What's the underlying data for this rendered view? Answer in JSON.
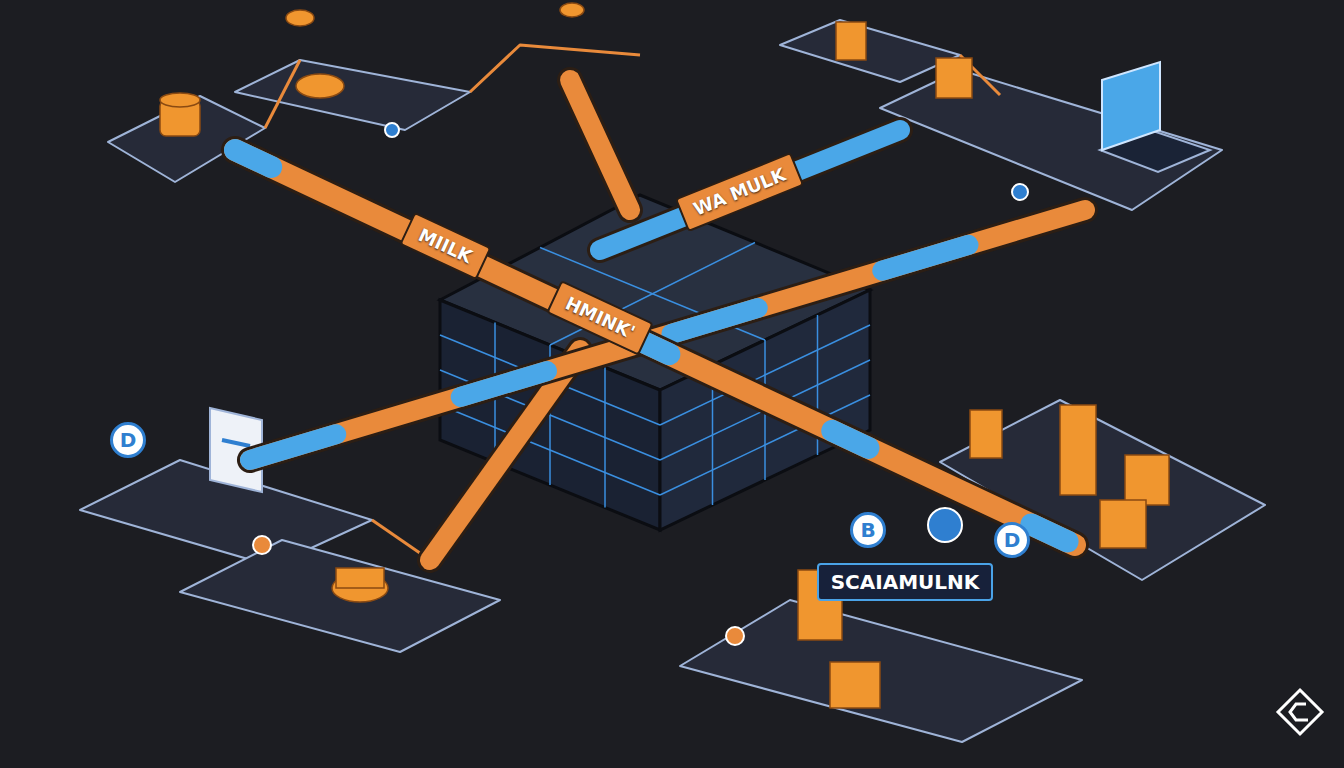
{
  "diagram": {
    "labels": [
      "MIILK",
      "WA MULK",
      "HMINK'",
      "SCAIAMULNK",
      "B",
      "D",
      "D"
    ]
  }
}
